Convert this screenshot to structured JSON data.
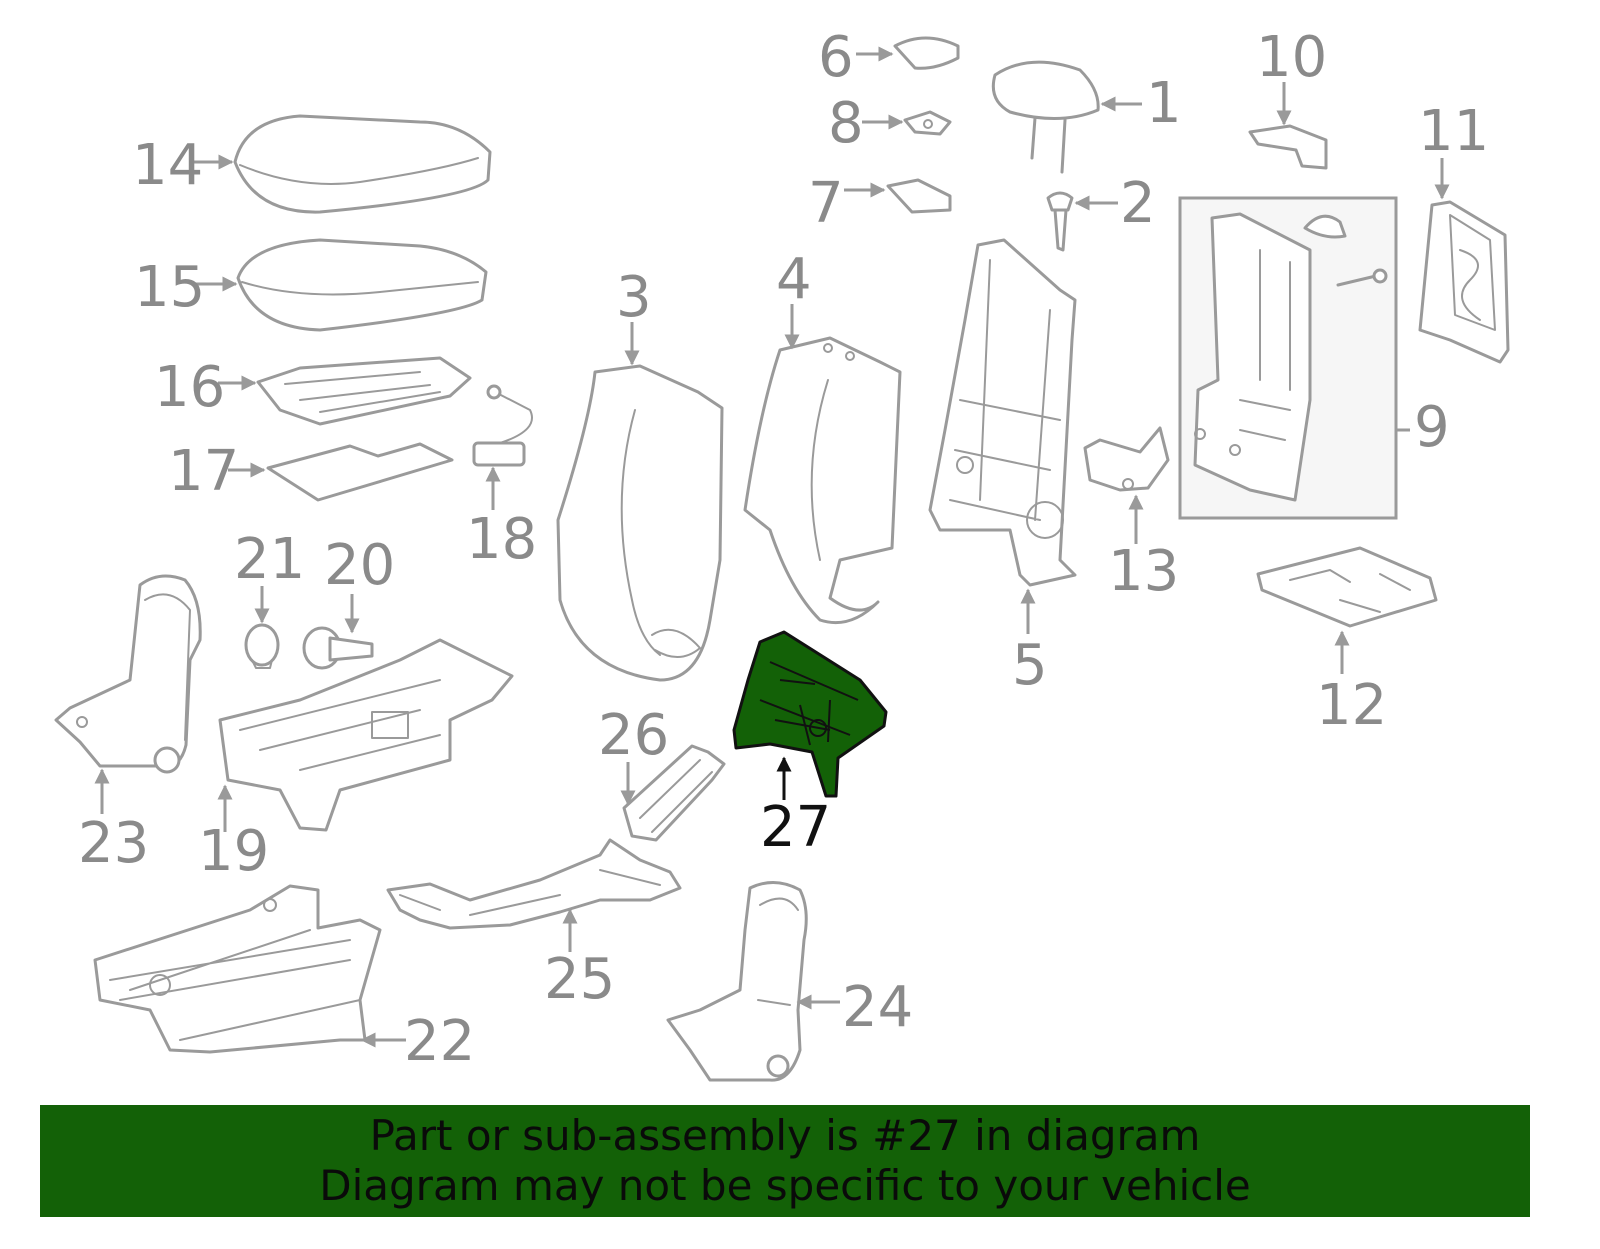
{
  "colors": {
    "line": "#9a9a9a",
    "text": "#8a8a8a",
    "highlight": "#136107",
    "banner_bg": "#136107"
  },
  "highlighted_part": "27",
  "callouts": [
    "1",
    "2",
    "3",
    "4",
    "5",
    "6",
    "7",
    "8",
    "9",
    "10",
    "11",
    "12",
    "13",
    "14",
    "15",
    "16",
    "17",
    "18",
    "19",
    "20",
    "21",
    "22",
    "23",
    "24",
    "25",
    "26",
    "27"
  ],
  "banner": {
    "line1": "Part or sub-assembly is #27 in diagram",
    "line2": "Diagram may not be specific to your vehicle"
  }
}
